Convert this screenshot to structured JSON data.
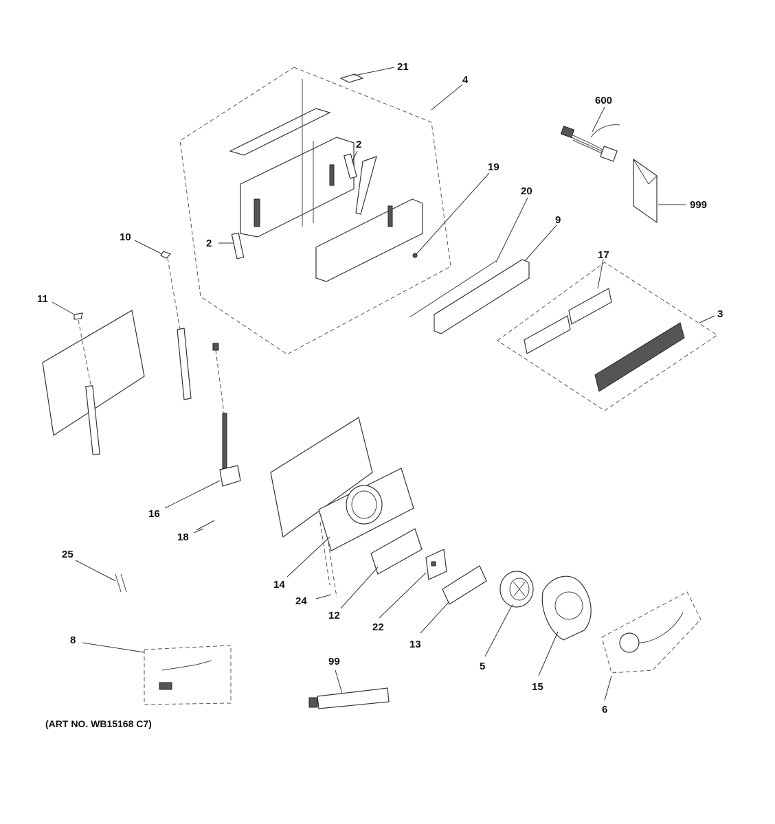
{
  "diagram": {
    "art_number": "(ART NO. WB15168 C7)",
    "callouts": {
      "c21": "21",
      "c4": "4",
      "c600": "600",
      "c2a": "2",
      "c2b": "2",
      "c19": "19",
      "c20": "20",
      "c9": "9",
      "c999": "999",
      "c10": "10",
      "c11": "11",
      "c17": "17",
      "c3": "3",
      "c16": "16",
      "c18": "18",
      "c14": "14",
      "c25": "25",
      "c24": "24",
      "c12": "12",
      "c22": "22",
      "c13": "13",
      "c5": "5",
      "c15": "15",
      "c6": "6",
      "c8": "8",
      "c99": "99"
    }
  }
}
